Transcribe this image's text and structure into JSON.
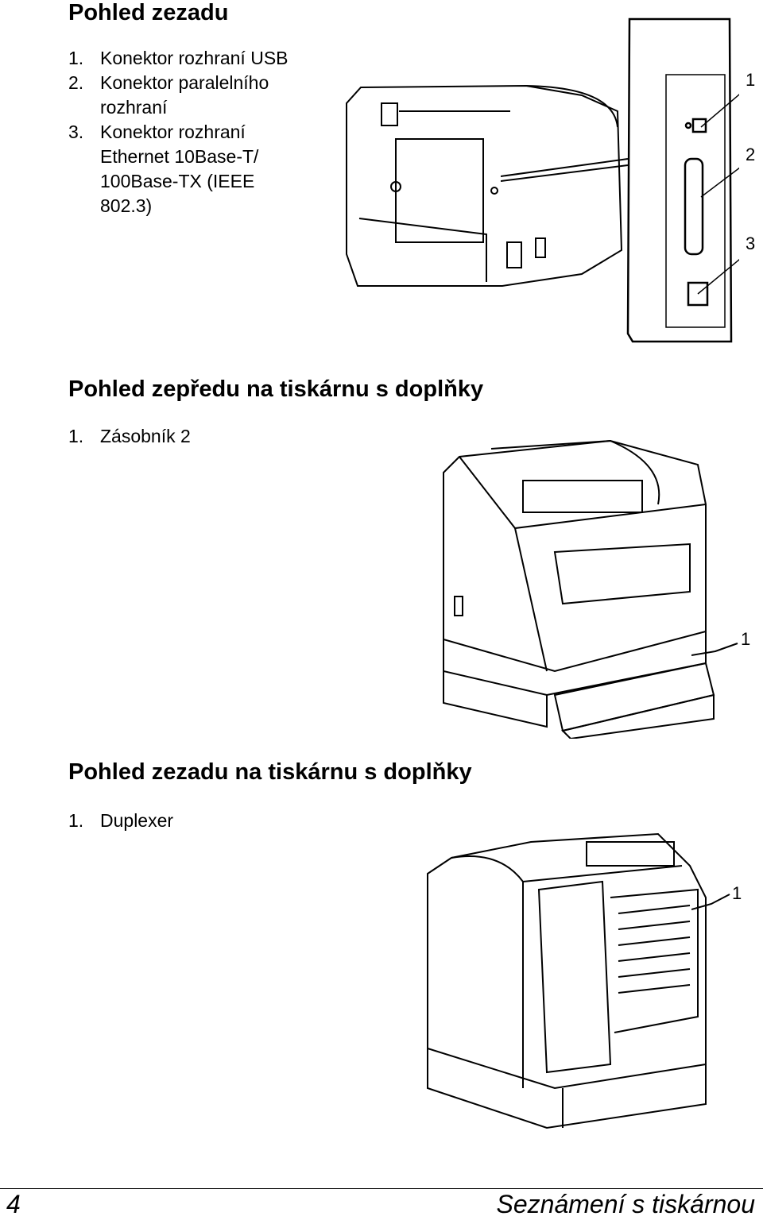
{
  "sections": [
    {
      "heading": "Pohled zezadu",
      "items": [
        {
          "num": "1.",
          "text": "Konektor rozhraní USB"
        },
        {
          "num": "2.",
          "text": "Konektor paralelního rozhraní"
        },
        {
          "num": "3.",
          "text": "Konektor rozhraní Ethernet 10Base-T/ 100Base-TX (IEEE 802.3)"
        }
      ],
      "callouts": [
        "1",
        "2",
        "3"
      ]
    },
    {
      "heading": "Pohled zepředu na tiskárnu s doplňky",
      "items": [
        {
          "num": "1.",
          "text": "Zásobník 2"
        }
      ],
      "callouts": [
        "1"
      ]
    },
    {
      "heading": "Pohled zezadu na tiskárnu s doplňky",
      "items": [
        {
          "num": "1.",
          "text": "Duplexer"
        }
      ],
      "callouts": [
        "1"
      ]
    }
  ],
  "footer": {
    "page_number": "4",
    "chapter_title": "Seznámení s tiskárnou"
  }
}
